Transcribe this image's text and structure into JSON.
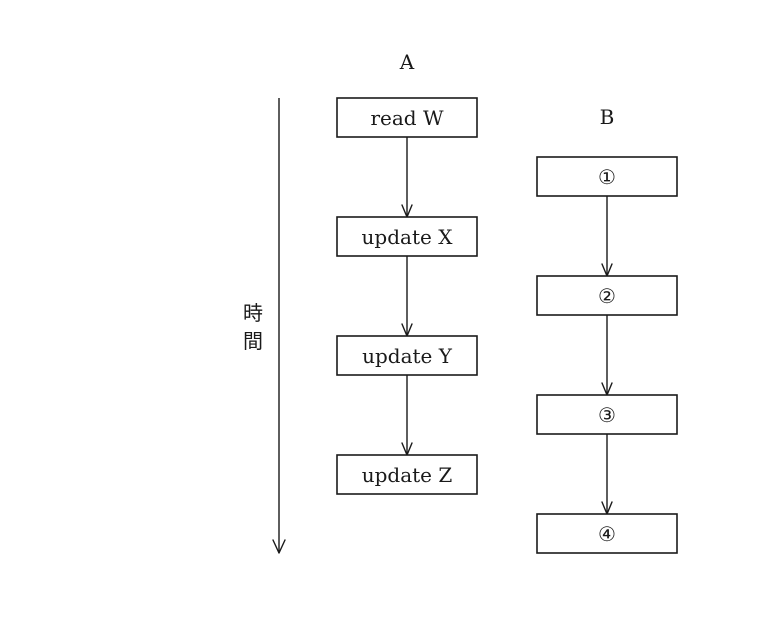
{
  "time_axis": {
    "label_line1": "時",
    "label_line2": "間"
  },
  "column_a": {
    "header": "A",
    "steps": [
      "read W",
      "update X",
      "update Y",
      "update Z"
    ]
  },
  "column_b": {
    "header": "B",
    "steps": [
      "①",
      "②",
      "③",
      "④"
    ]
  }
}
